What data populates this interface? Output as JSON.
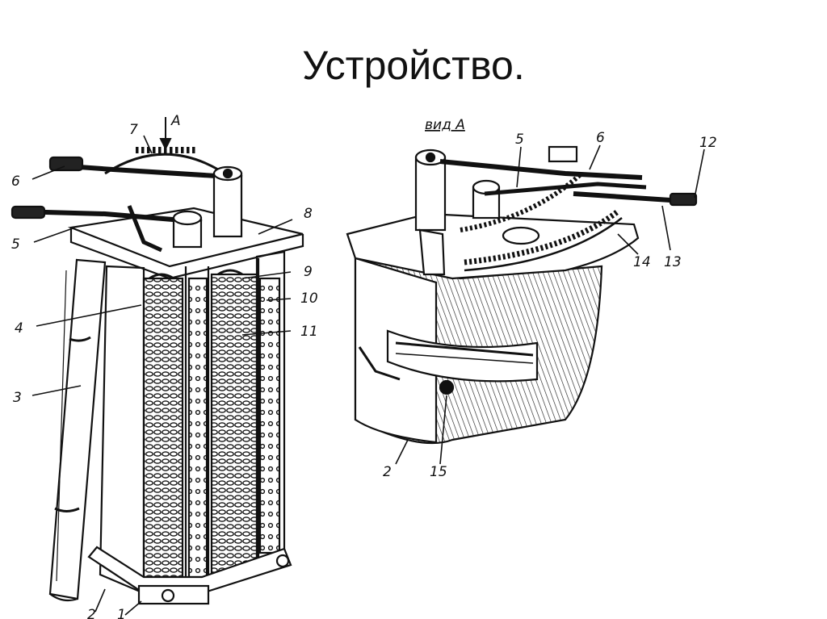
{
  "slide": {
    "title": "Устройство."
  },
  "figure_left": {
    "view_label": "A",
    "callouts": {
      "c1": "1",
      "c2": "2",
      "c3": "3",
      "c4": "4",
      "c5": "5",
      "c6": "6",
      "c7": "7",
      "c8": "8",
      "c9": "9",
      "c10": "10",
      "c11": "11"
    }
  },
  "figure_right": {
    "view_label": "вид А",
    "callouts": {
      "c2": "2",
      "c5": "5",
      "c6": "6",
      "c12": "12",
      "c13": "13",
      "c14": "14",
      "c15": "15"
    }
  }
}
